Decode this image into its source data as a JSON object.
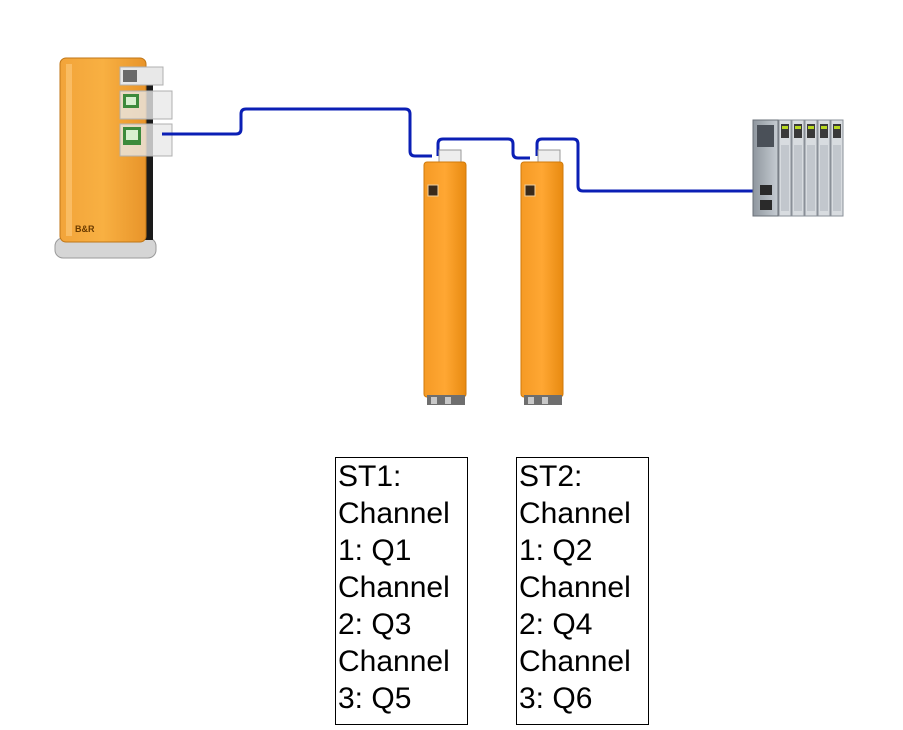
{
  "diagram": {
    "cable_color": "#0b1fb5",
    "device_accent": "#f5941e",
    "nodes": [
      {
        "id": "controller",
        "type": "plc-controller"
      },
      {
        "id": "st1",
        "type": "drive-module"
      },
      {
        "id": "st2",
        "type": "drive-module"
      },
      {
        "id": "io",
        "type": "remote-io-station"
      }
    ],
    "labels": [
      {
        "id": "st1",
        "lines": [
          "ST1:",
          "Channel",
          "1: Q1",
          "Channel",
          "2: Q3",
          "Channel",
          "3: Q5"
        ]
      },
      {
        "id": "st2",
        "lines": [
          "ST2:",
          "Channel",
          "1: Q2",
          "Channel",
          "2: Q4",
          "Channel",
          "3: Q6"
        ]
      }
    ]
  }
}
